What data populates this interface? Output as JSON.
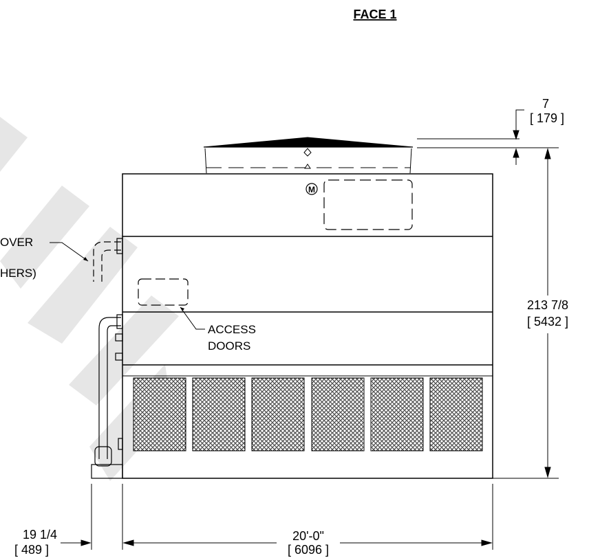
{
  "title": "FACE 1",
  "logo_text": "M",
  "dimensions": {
    "top_offset": {
      "imperial": "7",
      "metric": "[ 179 ]"
    },
    "height": {
      "imperial": "213 7/8",
      "metric": "[ 5432 ]"
    },
    "width": {
      "imperial": "20'-0\"",
      "metric": "[ 6096 ]"
    },
    "side_offset": {
      "imperial": "19 1/4",
      "metric": "[ 489 ]"
    }
  },
  "callouts": {
    "access_doors": {
      "line1": "ACCESS",
      "line2": "DOORS"
    },
    "left_partial": {
      "line1": "OVER",
      "line2": "HERS)"
    }
  },
  "louver_panel_count": 6,
  "watermark_color": "#e6e6e6"
}
